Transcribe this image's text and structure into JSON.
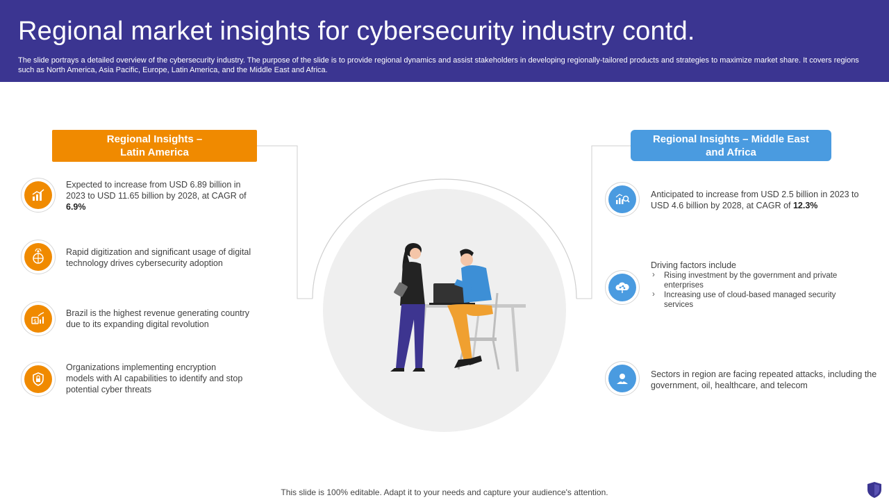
{
  "header": {
    "title": "Regional market insights for cybersecurity industry contd.",
    "subtitle": "The slide portrays a detailed overview of the cybersecurity industry. The purpose of the slide is to provide regional dynamics and assist stakeholders in developing regionally-tailored products and strategies to maximize market share. It covers regions such as North America, Asia Pacific, Europe, Latin America, and the Middle East and Africa."
  },
  "left": {
    "heading_line1": "Regional Insights –",
    "heading_line2": "Latin America",
    "items": [
      {
        "icon": "bar-chart-icon",
        "text": "Expected to increase from USD 6.89 billion in 2023 to USD 11.65 billion by 2028, at CAGR of ",
        "bold": "6.9%"
      },
      {
        "icon": "digital-globe-icon",
        "text": "Rapid digitization and significant usage of digital technology drives cybersecurity adoption"
      },
      {
        "icon": "revenue-growth-icon",
        "text": "Brazil is the highest revenue generating country due to its expanding digital revolution"
      },
      {
        "icon": "shield-lock-icon",
        "text": "Organizations implementing encryption models with AI capabilities to identify and stop potential cyber threats"
      }
    ]
  },
  "right": {
    "heading_line1": "Regional Insights – Middle East",
    "heading_line2": "and Africa",
    "items": [
      {
        "icon": "analytics-search-icon",
        "text": "Anticipated to increase from USD 2.5 billion in 2023 to USD 4.6 billion by 2028, at CAGR of ",
        "bold": "12.3%"
      },
      {
        "icon": "cloud-network-icon",
        "intro": "Driving factors include",
        "bullets": [
          "Rising investment by the government and private enterprises",
          "Increasing use of cloud-based managed security services"
        ]
      },
      {
        "icon": "security-person-icon",
        "text": "Sectors in region are facing repeated attacks, including the government, oil, healthcare, and telecom"
      }
    ]
  },
  "footer": "This slide is 100% editable. Adapt it to your needs and capture your audience's attention.",
  "colors": {
    "header": "#3b3591",
    "orange": "#f08a00",
    "blue": "#4a9be0"
  }
}
